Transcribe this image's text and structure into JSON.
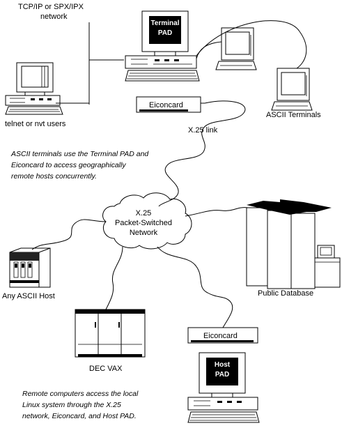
{
  "labels": {
    "network_top": [
      "TCP/IP or SPX/IPX",
      "network"
    ],
    "telnet_users": "telnet or nvt users",
    "terminal_pad": [
      "Terminal",
      "PAD"
    ],
    "eiconcard_top": "Eiconcard",
    "ascii_terminals": "ASCII Terminals",
    "x25_link": "X.25 link",
    "note_top": [
      "ASCII terminals use the Terminal PAD and",
      "Eiconcard to access geographically",
      "remote hosts concurrently."
    ],
    "x25_cloud": [
      "X.25",
      "Packet-Switched",
      "Network"
    ],
    "public_database": "Public Database",
    "any_ascii_host": "Any ASCII Host",
    "dec_vax": "DEC VAX",
    "eiconcard_bottom": "Eiconcard",
    "host_pad": [
      "Host",
      "PAD"
    ],
    "note_bottom": [
      "Remote computers access the local",
      "Linux system through the X.25",
      "network, Eiconcard, and Host PAD."
    ]
  },
  "colors": {
    "line": "#000000",
    "background": "#ffffff",
    "screen": "#000000"
  }
}
